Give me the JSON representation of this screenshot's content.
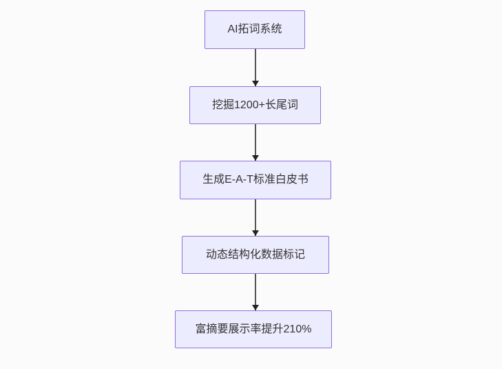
{
  "flowchart": {
    "type": "flowchart-top-down",
    "nodes": [
      {
        "id": "step-1",
        "label": "AI拓词系统"
      },
      {
        "id": "step-2",
        "label": "挖掘1200+长尾词"
      },
      {
        "id": "step-3",
        "label": "生成E-A-T标准白皮书"
      },
      {
        "id": "step-4",
        "label": "动态结构化数据标记"
      },
      {
        "id": "step-5",
        "label": "富摘要展示率提升210%"
      }
    ],
    "edges": [
      {
        "from": "step-1",
        "to": "step-2"
      },
      {
        "from": "step-2",
        "to": "step-3"
      },
      {
        "from": "step-3",
        "to": "step-4"
      },
      {
        "from": "step-4",
        "to": "step-5"
      }
    ],
    "colors": {
      "node_fill": "#ECECFF",
      "node_border": "#9370DB",
      "edge": "#555555",
      "arrowhead": "#222222",
      "text": "#333333",
      "background": "#fbfbfb"
    }
  }
}
